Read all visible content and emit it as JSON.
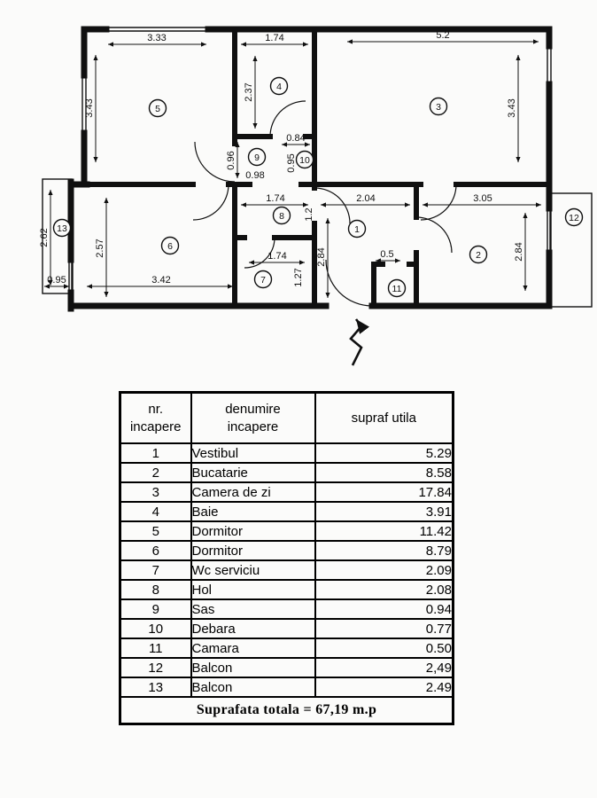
{
  "floorplan": {
    "dims": {
      "room5_width": "3.33",
      "room4_width": "1.74",
      "room3_width": "5.2",
      "room5_height": "3.43",
      "room4_height": "2.37",
      "room3_height": "3.43",
      "sas_height": "0.96",
      "debara_width": "0.84",
      "debara_height": "0.95",
      "sas_width": "0.98",
      "hol_width": "1.74",
      "vestibul_width": "2.04",
      "bucatarie_width": "3.05",
      "hol_height": "1.2",
      "balcon13_height": "2.62",
      "room6_height": "2.57",
      "vestibul_height": "2.84",
      "camara_width": "0.5",
      "bucatarie_height": "2.84",
      "wc_width": "1.74",
      "wc_height": "1.27",
      "balcon13_door": "0.95",
      "room6_width": "3.42"
    },
    "room_numbers": {
      "r1": "1",
      "r2": "2",
      "r3": "3",
      "r4": "4",
      "r5": "5",
      "r6": "6",
      "r7": "7",
      "r8": "8",
      "r9": "9",
      "r10": "10",
      "r11": "11",
      "r12": "12",
      "r13": "13"
    }
  },
  "table": {
    "headers": {
      "nr": "nr.\nincapere",
      "denumire": "denumire\nincapere",
      "supraf": "supraf utila"
    },
    "rows": [
      {
        "nr": "1",
        "denumire": "Vestibul",
        "supraf": "5.29"
      },
      {
        "nr": "2",
        "denumire": "Bucatarie",
        "supraf": "8.58"
      },
      {
        "nr": "3",
        "denumire": "Camera de zi",
        "supraf": "17.84"
      },
      {
        "nr": "4",
        "denumire": "Baie",
        "supraf": "3.91"
      },
      {
        "nr": "5",
        "denumire": "Dormitor",
        "supraf": "11.42"
      },
      {
        "nr": "6",
        "denumire": "Dormitor",
        "supraf": "8.79"
      },
      {
        "nr": "7",
        "denumire": "Wc serviciu",
        "supraf": "2.09"
      },
      {
        "nr": "8",
        "denumire": "Hol",
        "supraf": "2.08"
      },
      {
        "nr": "9",
        "denumire": "Sas",
        "supraf": "0.94"
      },
      {
        "nr": "10",
        "denumire": "Debara",
        "supraf": "0.77"
      },
      {
        "nr": "11",
        "denumire": "Camara",
        "supraf": "0.50"
      },
      {
        "nr": "12",
        "denumire": "Balcon",
        "supraf": "2,49"
      },
      {
        "nr": "13",
        "denumire": "Balcon",
        "supraf": "2.49"
      }
    ],
    "total": "Suprafata totala = 67,19 m.p"
  }
}
